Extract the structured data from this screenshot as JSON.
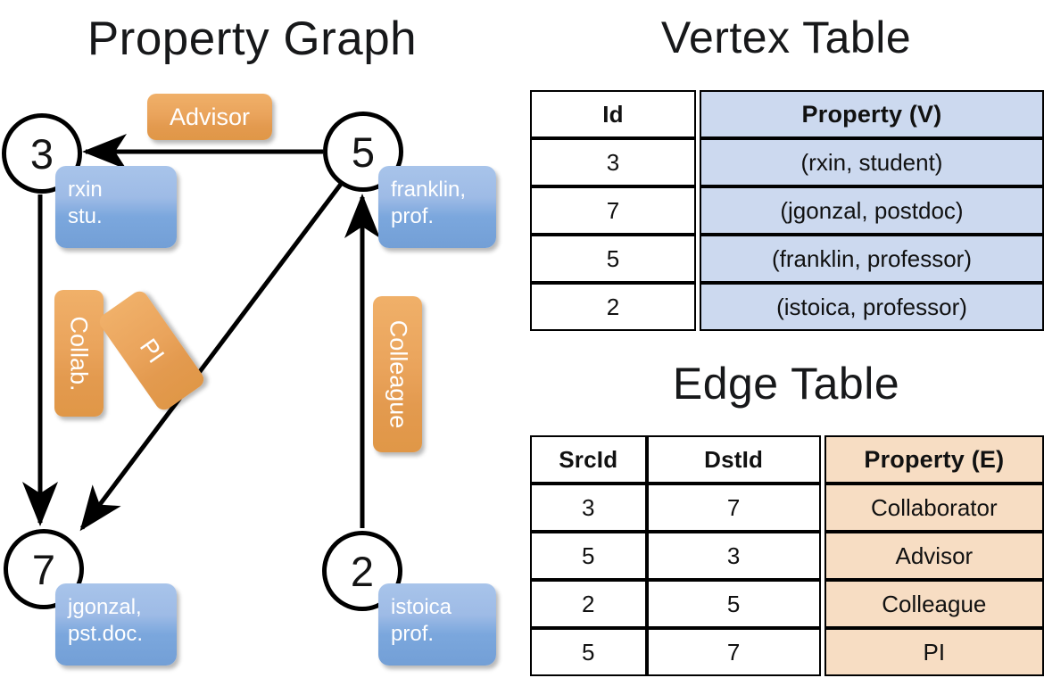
{
  "titles": {
    "property_graph": "Property Graph",
    "vertex_table": "Vertex Table",
    "edge_table": "Edge Table"
  },
  "colors": {
    "vertex_property_fill": "#ccd9ef",
    "edge_property_fill": "#f7ddc3",
    "node_box_blue": "#7ba7dd",
    "edge_label_orange": "#eaa45c",
    "stroke": "#000000"
  },
  "graph": {
    "nodes": [
      {
        "id": "3",
        "prop_line1": "rxin",
        "prop_line2": "stu."
      },
      {
        "id": "5",
        "prop_line1": "franklin,",
        "prop_line2": "prof."
      },
      {
        "id": "7",
        "prop_line1": "jgonzal,",
        "prop_line2": "pst.doc."
      },
      {
        "id": "2",
        "prop_line1": "istoica",
        "prop_line2": "prof."
      }
    ],
    "edge_labels": [
      {
        "text": "Advisor",
        "rotation": 0
      },
      {
        "text": "Collab.",
        "rotation": 90
      },
      {
        "text": "PI",
        "rotation": 125
      },
      {
        "text": "Colleague",
        "rotation": 90
      }
    ],
    "edges": [
      {
        "src": "5",
        "dst": "3",
        "label": "Advisor"
      },
      {
        "src": "3",
        "dst": "7",
        "label": "Collab."
      },
      {
        "src": "5",
        "dst": "7",
        "label": "PI"
      },
      {
        "src": "2",
        "dst": "5",
        "label": "Colleague"
      }
    ]
  },
  "vertex_table": {
    "headers": [
      "Id",
      "Property (V)"
    ],
    "rows": [
      {
        "id": "3",
        "property": "(rxin, student)"
      },
      {
        "id": "7",
        "property": "(jgonzal, postdoc)"
      },
      {
        "id": "5",
        "property": "(franklin, professor)"
      },
      {
        "id": "2",
        "property": "(istoica, professor)"
      }
    ]
  },
  "edge_table": {
    "headers": [
      "SrcId",
      "DstId",
      "Property (E)"
    ],
    "rows": [
      {
        "src": "3",
        "dst": "7",
        "property": "Collaborator"
      },
      {
        "src": "5",
        "dst": "3",
        "property": "Advisor"
      },
      {
        "src": "2",
        "dst": "5",
        "property": "Colleague"
      },
      {
        "src": "5",
        "dst": "7",
        "property": "PI"
      }
    ]
  }
}
